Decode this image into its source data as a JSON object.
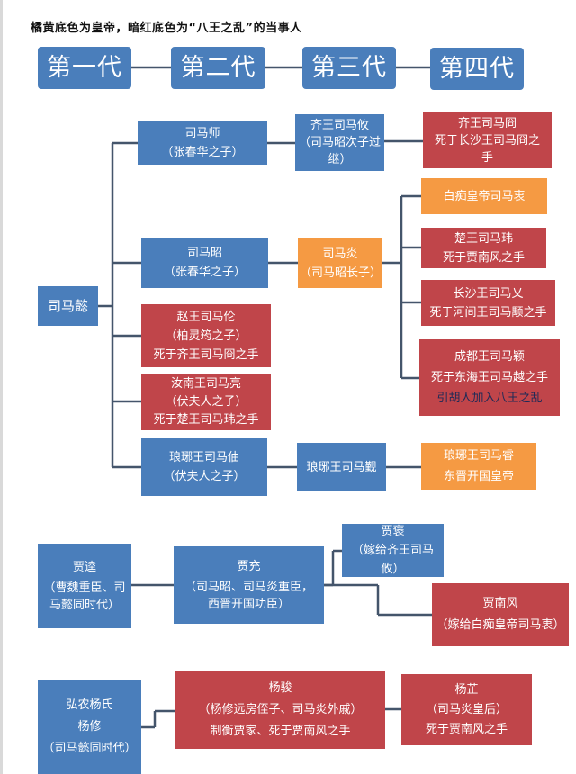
{
  "title": "橘黄底色为皇帝，暗红底色为“八王之乱”的当事人",
  "legend_colors": {
    "emperor": "#f59a43",
    "eight_princes": "#c0454a",
    "other": "#4a7ebb"
  },
  "generations": [
    "第一代",
    "第二代",
    "第三代",
    "第四代"
  ],
  "sima": {
    "root": {
      "lines": [
        "司马懿"
      ]
    },
    "gen2": [
      {
        "lines": [
          "司马师",
          "（张春华之子）"
        ]
      },
      {
        "lines": [
          "司马昭",
          "（张春华之子）"
        ]
      },
      {
        "lines": [
          "赵王司马伦",
          "（柏灵筠之子）",
          "死于齐王司马冏之手"
        ]
      },
      {
        "lines": [
          "汝南王司马亮",
          "（伏夫人之子）",
          "死于楚王司马玮之手"
        ]
      },
      {
        "lines": [
          "琅琊王司马伷",
          "（伏夫人之子）"
        ]
      }
    ],
    "gen3": [
      {
        "lines": [
          "齐王司马攸",
          "（司马昭次子过",
          "继）"
        ]
      },
      {
        "lines": [
          "司马炎",
          "（司马昭长子）"
        ]
      },
      {
        "lines": [
          "琅琊王司马觐"
        ]
      }
    ],
    "gen4": [
      {
        "lines": [
          "齐王司马冏",
          "死于长沙王司马冏之",
          "手"
        ]
      },
      {
        "lines": [
          "白痴皇帝司马衷"
        ]
      },
      {
        "lines": [
          "楚王司马玮",
          "死于贾南风之手"
        ]
      },
      {
        "lines": [
          "长沙王司马乂",
          "死于河间王司马颙之手"
        ]
      },
      {
        "lines": [
          "成都王司马颖",
          "死于东海王司马越之手",
          "引胡人加入八王之乱"
        ]
      },
      {
        "lines": [
          "琅琊王司马睿",
          "东晋开国皇帝"
        ]
      }
    ]
  },
  "jia": {
    "jiakui": {
      "lines": [
        "贾逵",
        "（曹魏重臣、司",
        "马懿同时代）"
      ]
    },
    "jiachong": {
      "lines": [
        "贾充",
        "（司马昭、司马炎重臣，",
        "西晋开国功臣）"
      ]
    },
    "jiabao": {
      "lines": [
        "贾褒",
        "（嫁给齐王司马攸）"
      ]
    },
    "jiananfeng": {
      "lines": [
        "贾南风",
        "（嫁给白痴皇帝司马衷）"
      ]
    }
  },
  "yang": {
    "yangxiu": {
      "lines": [
        "弘农杨氏",
        "杨修",
        "（司马懿同时代）"
      ]
    },
    "yangjun": {
      "lines": [
        "杨骏",
        "（杨修远房侄子、司马炎外戚）",
        "制衡贾家、死于贾南风之手"
      ]
    },
    "yangzhi": {
      "lines": [
        "杨芷",
        "（司马炎皇后）",
        "死于贾南风之手"
      ]
    }
  }
}
